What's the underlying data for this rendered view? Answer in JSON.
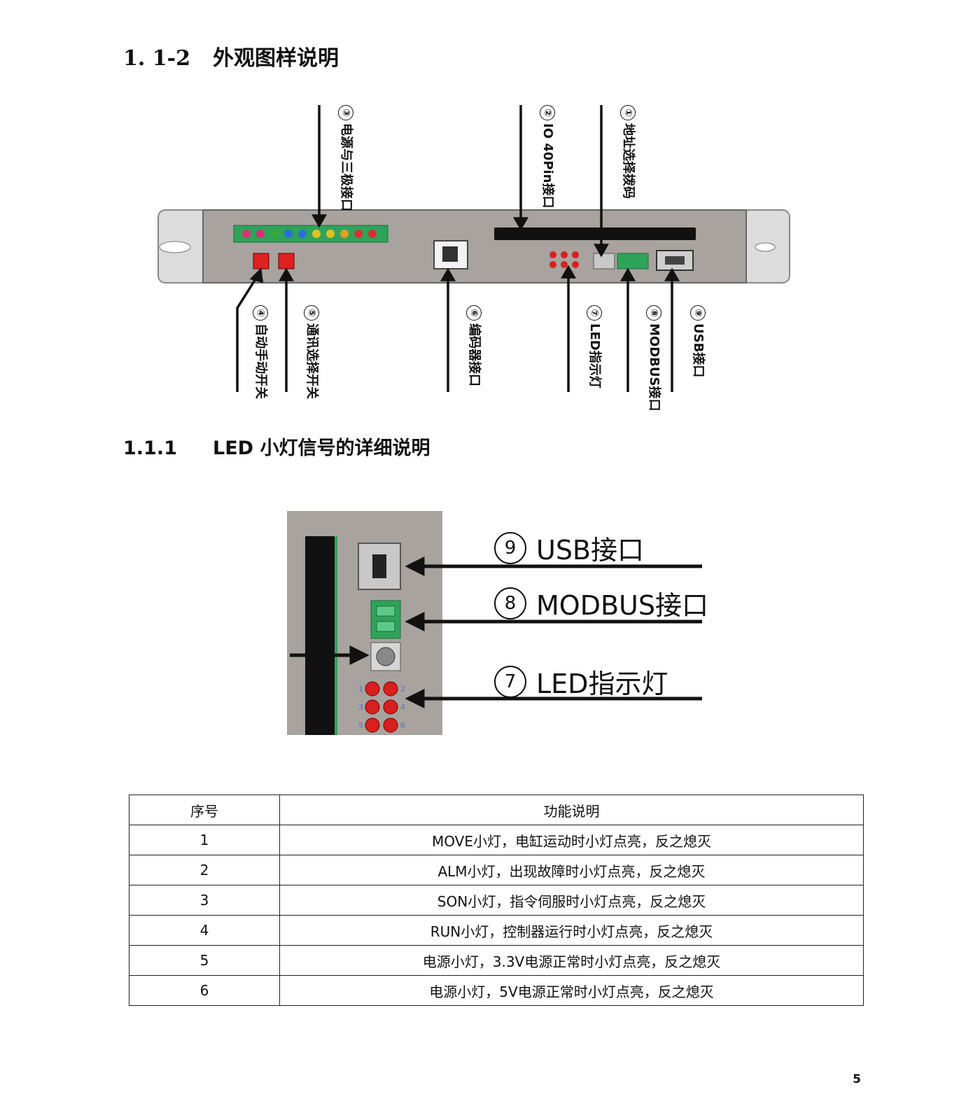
{
  "section_1": {
    "number": "1. 1-2",
    "title": "外观图样说明"
  },
  "diagram_top": {
    "callouts_top": [
      {
        "num": "③",
        "text": "电源与三极接口"
      },
      {
        "num": "②",
        "text": "IO 40Pin接口"
      },
      {
        "num": "①",
        "text": "地址选择拨码"
      }
    ],
    "callouts_bottom": [
      {
        "num": "④",
        "text": "自动手动开关"
      },
      {
        "num": "⑤",
        "text": "通讯选择开关"
      },
      {
        "num": "⑥",
        "text": "编码器接口"
      },
      {
        "num": "⑦",
        "text": "LED指示灯"
      },
      {
        "num": "⑧",
        "text": "MODBUS接口"
      },
      {
        "num": "⑨",
        "text": "USB接口"
      }
    ]
  },
  "section_2": {
    "number": "1.1.1",
    "title": "LED 小灯信号的详细说明"
  },
  "diagram_detail": {
    "labels": [
      {
        "num": "9",
        "text": "USB接口"
      },
      {
        "num": "8",
        "text": "MODBUS接口"
      },
      {
        "num": "7",
        "text": "LED指示灯"
      }
    ],
    "led_numbers": [
      "1",
      "2",
      "3",
      "4",
      "5",
      "6"
    ]
  },
  "table": {
    "headers": [
      "序号",
      "功能说明"
    ],
    "rows": [
      [
        "1",
        "MOVE小灯，电缸运动时小灯点亮，反之熄灭"
      ],
      [
        "2",
        "ALM小灯，出现故障时小灯点亮，反之熄灭"
      ],
      [
        "3",
        "SON小灯，指令伺服时小灯点亮，反之熄灭"
      ],
      [
        "4",
        "RUN小灯，控制器运行时小灯点亮，反之熄灭"
      ],
      [
        "5",
        "电源小灯，3.3V电源正常时小灯点亮，反之熄灭"
      ],
      [
        "6",
        "电源小灯，5V电源正常时小灯点亮，反之熄灭"
      ]
    ]
  },
  "page_number": "5",
  "colors": {
    "panel": "#a8a39e",
    "bracket": "#d4d4d4",
    "led_red": "#d91f1f",
    "terminal_green": "#2fa35a",
    "switch_red": "#e02020"
  }
}
